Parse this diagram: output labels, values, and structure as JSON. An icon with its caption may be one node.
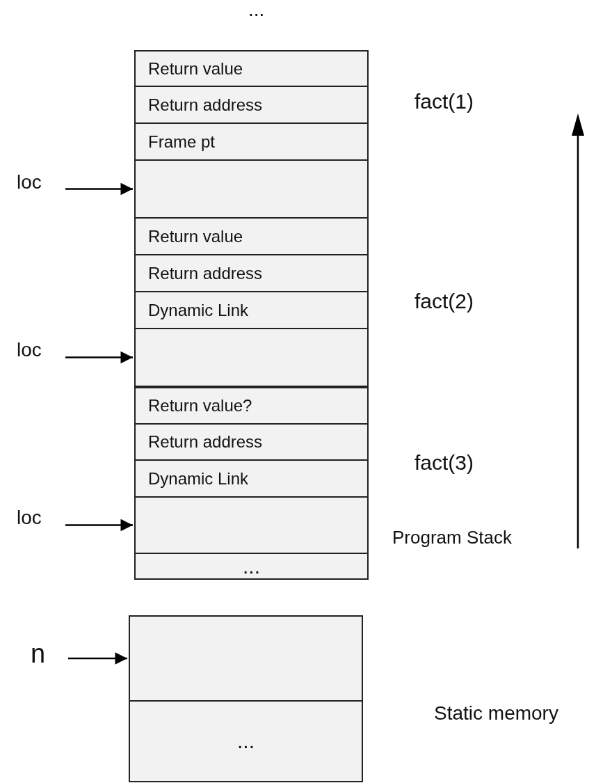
{
  "diagram": {
    "nodes": [
      {
        "text": [
          "Return value"
        ]
      },
      {
        "text": [
          "Return address"
        ]
      },
      {
        "text": [
          "Frame pt"
        ]
      },
      {
        "text": [],
        "shape": "box"
      },
      {
        "text": [
          "Return value"
        ]
      },
      {
        "text": [
          "Return address"
        ]
      },
      {
        "text": [
          "Dynamic Link"
        ]
      },
      {
        "text": [],
        "shape": "box"
      },
      {
        "text": [
          "Return value?"
        ]
      },
      {
        "text": [
          "Return address"
        ]
      },
      {
        "text": [
          "Dynamic Link"
        ]
      },
      {
        "text": [],
        "shape": "box"
      },
      {
        "text": [
          "..."
        ]
      },
      {
        "text": [
          "loc"
        ]
      },
      {
        "text": [
          "loc"
        ]
      },
      {
        "text": [
          "loc"
        ]
      },
      {
        "text": [],
        "shape": "box"
      },
      {
        "text": [
          "..."
        ]
      },
      {
        "text": [
          "n"
        ]
      }
    ],
    "edges": [
      {
        "from": 13,
        "to": 3,
        "arrow": "to"
      },
      {
        "from": 14,
        "to": 7,
        "arrow": "to"
      },
      {
        "from": 15,
        "to": 11,
        "arrow": "to"
      },
      {
        "from": 18,
        "to": 16,
        "arrow": "to"
      }
    ],
    "labels": [
      "...",
      "fact(1)",
      "fact(2)",
      "fact(3)",
      "Program Stack",
      "Static memory"
    ]
  }
}
